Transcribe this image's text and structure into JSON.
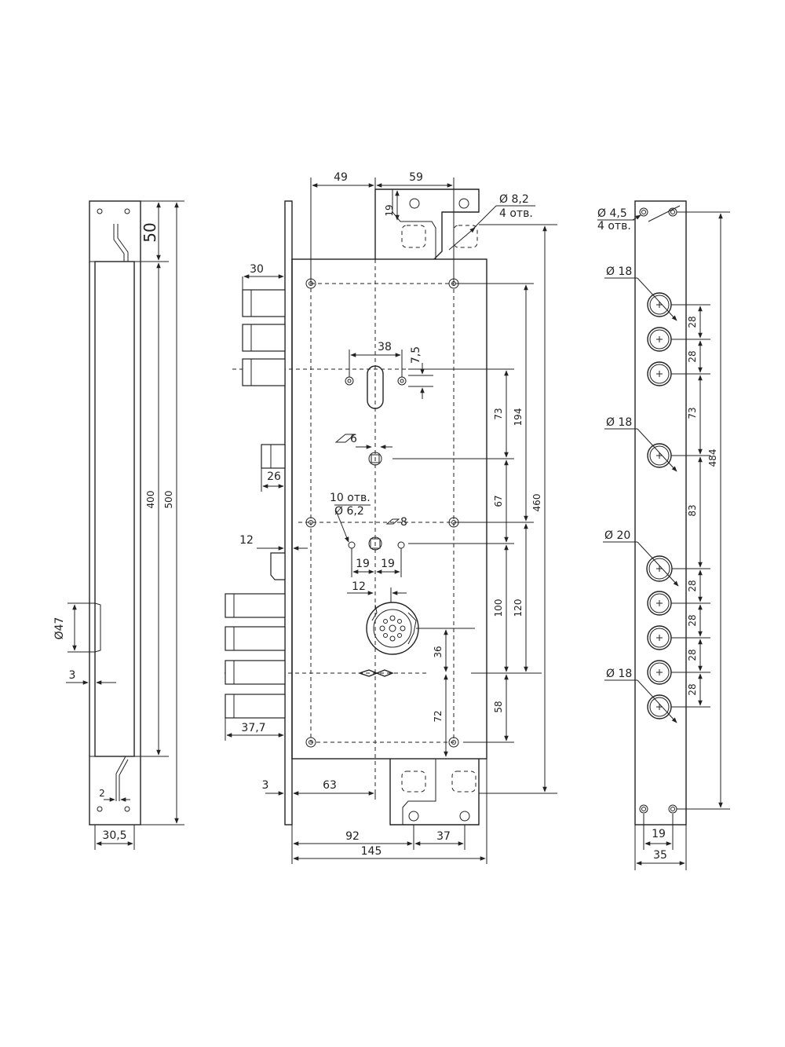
{
  "views": {
    "side": {
      "dim_top": "50",
      "dim_400": "400",
      "dim_500": "500",
      "dim_d47": "Ø47",
      "dim_3": "3",
      "dim_2": "2",
      "dim_30_5": "30,5"
    },
    "front": {
      "dim_49": "49",
      "dim_59": "59",
      "dim_19_top": "19",
      "hole_spec_d": "Ø 8,2",
      "hole_spec_n": "4 отв.",
      "dim_30": "30",
      "dim_38": "38",
      "dim_7_5": "7,5",
      "dim_73": "73",
      "dim_194": "194",
      "dim_sq6": "6",
      "dim_26": "26",
      "dim_67": "67",
      "dim_460": "460",
      "holes10_n": "10 отв.",
      "holes10_d": "Ø 6,2",
      "dim_sq8": "8",
      "dim_12a": "12",
      "dim_19a": "19",
      "dim_19b": "19",
      "dim_12b": "12",
      "dim_100": "100",
      "dim_120": "120",
      "dim_36": "36",
      "dim_72": "72",
      "dim_58": "58",
      "dim_37_7": "37,7",
      "dim_3b": "3",
      "dim_63": "63",
      "dim_92": "92",
      "dim_37": "37",
      "dim_145": "145"
    },
    "plate": {
      "hole_spec_d": "Ø 4,5",
      "hole_spec_n": "4 отв.",
      "d18a": "Ø 18",
      "d18b": "Ø 18",
      "d20": "Ø 20",
      "d18c": "Ø 18",
      "dim_28a": "28",
      "dim_28b": "28",
      "dim_73": "73",
      "dim_83": "83",
      "dim_28c": "28",
      "dim_28d": "28",
      "dim_28e": "28",
      "dim_28f": "28",
      "dim_484": "484",
      "dim_19": "19",
      "dim_35": "35"
    }
  }
}
